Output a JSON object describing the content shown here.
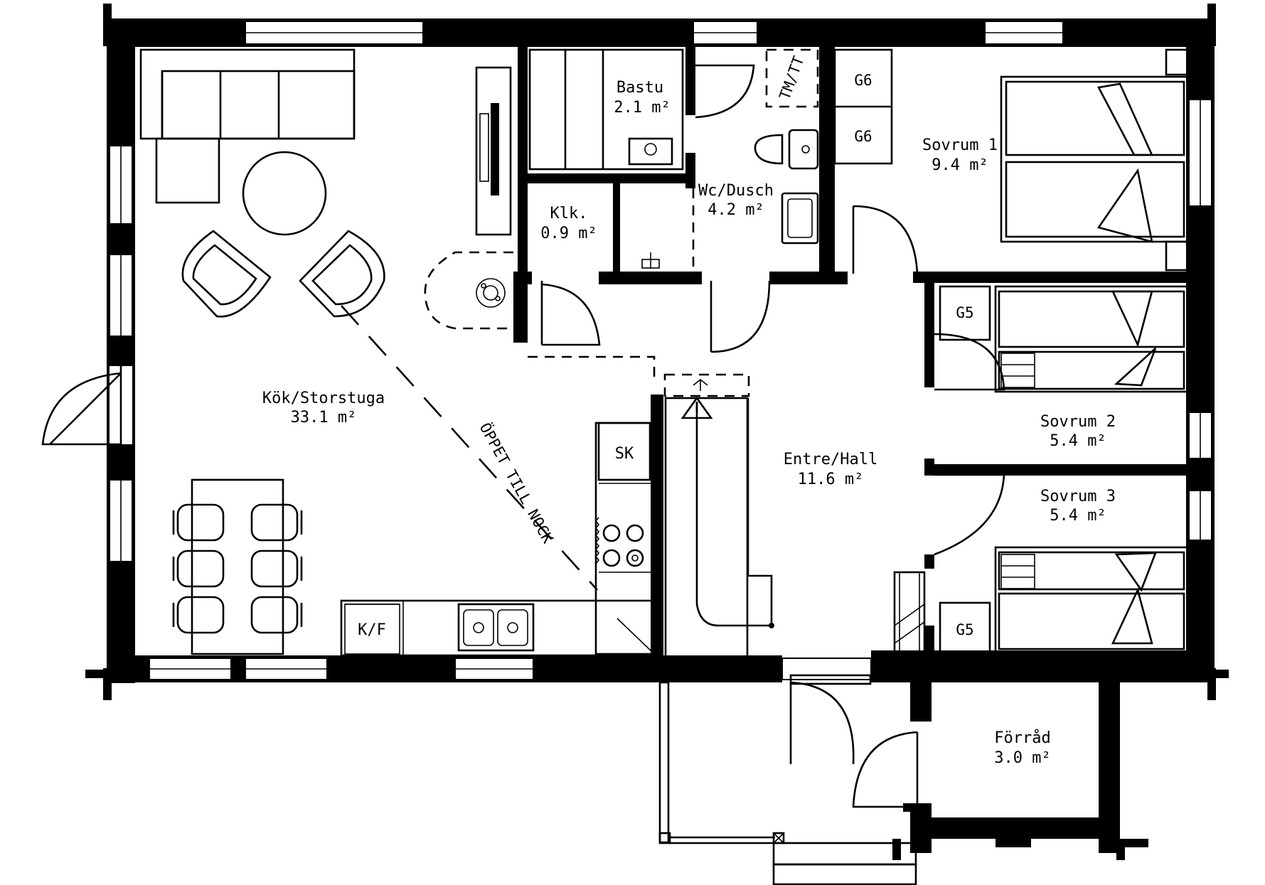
{
  "rooms": {
    "kok_storstuga": {
      "name": "Kök/Storstuga",
      "area": "33.1 m²"
    },
    "bastu": {
      "name": "Bastu",
      "area": "2.1 m²"
    },
    "klk": {
      "name": "Klk.",
      "area": "0.9 m²"
    },
    "wc_dusch": {
      "name": "Wc/Dusch",
      "area": "4.2 m²"
    },
    "sovrum1": {
      "name": "Sovrum 1",
      "area": "9.4 m²"
    },
    "sovrum2": {
      "name": "Sovrum 2",
      "area": "5.4 m²"
    },
    "sovrum3": {
      "name": "Sovrum 3",
      "area": "5.4 m²"
    },
    "entre_hall": {
      "name": "Entre/Hall",
      "area": "11.6 m²"
    },
    "forrad": {
      "name": "Förråd",
      "area": "3.0 m²"
    }
  },
  "fixtures": {
    "tm_tt": "TM/TT",
    "g6": "G6",
    "g5": "G5",
    "sk": "SK",
    "kf": "K/F"
  },
  "annotations": {
    "open_to_ridge": "ÖPPET TILL NOCK"
  },
  "colors": {
    "wall": "#000000",
    "background": "#ffffff"
  }
}
